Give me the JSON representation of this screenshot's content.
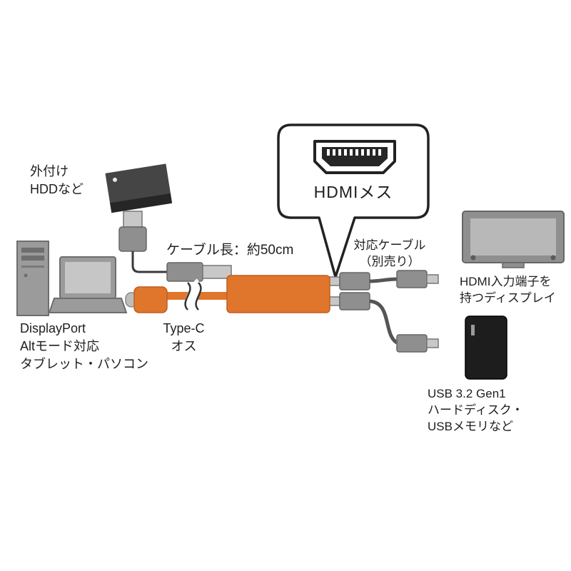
{
  "callout": {
    "label": "HDMIメス"
  },
  "labels": {
    "external_hdd": [
      "外付け",
      "HDDなど"
    ],
    "cable_length": "ケーブル長：約50cm",
    "type_c": [
      "Type-C",
      "オス"
    ],
    "source_device": [
      "DisplayPort",
      "Altモード対応",
      "タブレット・パソコン"
    ],
    "optional_cable": [
      "対応ケーブル",
      "（別売り）"
    ],
    "display": [
      "HDMI入力端子を",
      "持つディスプレイ"
    ],
    "usb_storage": [
      "USB 3.2 Gen1",
      "ハードディスク・",
      "USBメモリなど"
    ]
  },
  "colors": {
    "adapter_orange": "#e0752c",
    "connector_orange_border": "#c05e1e",
    "device_gray": "#9b9b9b",
    "metal_gray": "#c8c8c8",
    "plug_gray": "#8f8f8f",
    "dark_device": "#2b2b2b",
    "outline": "#222222"
  }
}
